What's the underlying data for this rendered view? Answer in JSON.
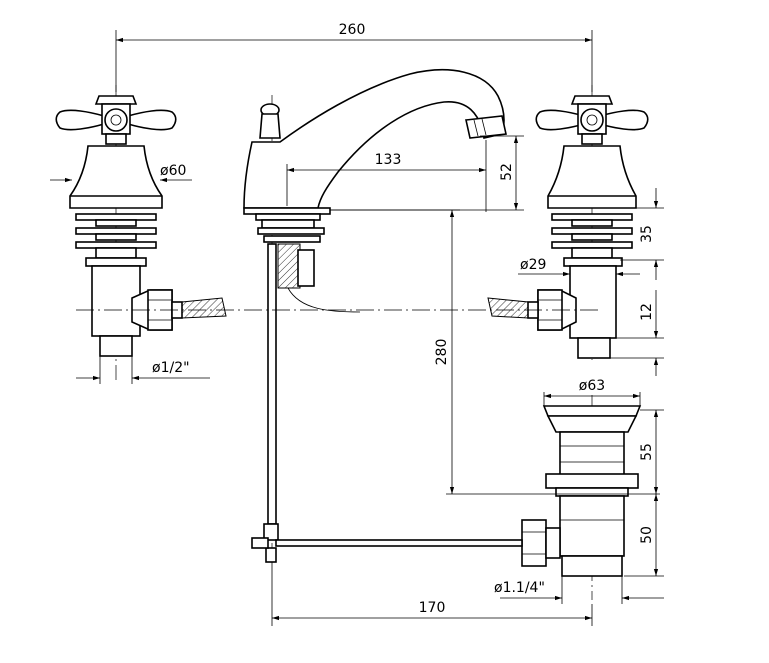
{
  "dimensions": {
    "overall_width": "260",
    "spout_reach": "133",
    "spout_height": "52",
    "handle_diameter": "ø60",
    "connection_diameter": "ø1/2\"",
    "body_height": "35",
    "shank_diameter": "ø29",
    "inlet_offset": "12",
    "vertical_distance": "280",
    "waste_top_diameter": "ø63",
    "waste_upper_height": "55",
    "waste_lower_height": "50",
    "waste_thread": "ø1.1/4\"",
    "rod_length": "170"
  }
}
